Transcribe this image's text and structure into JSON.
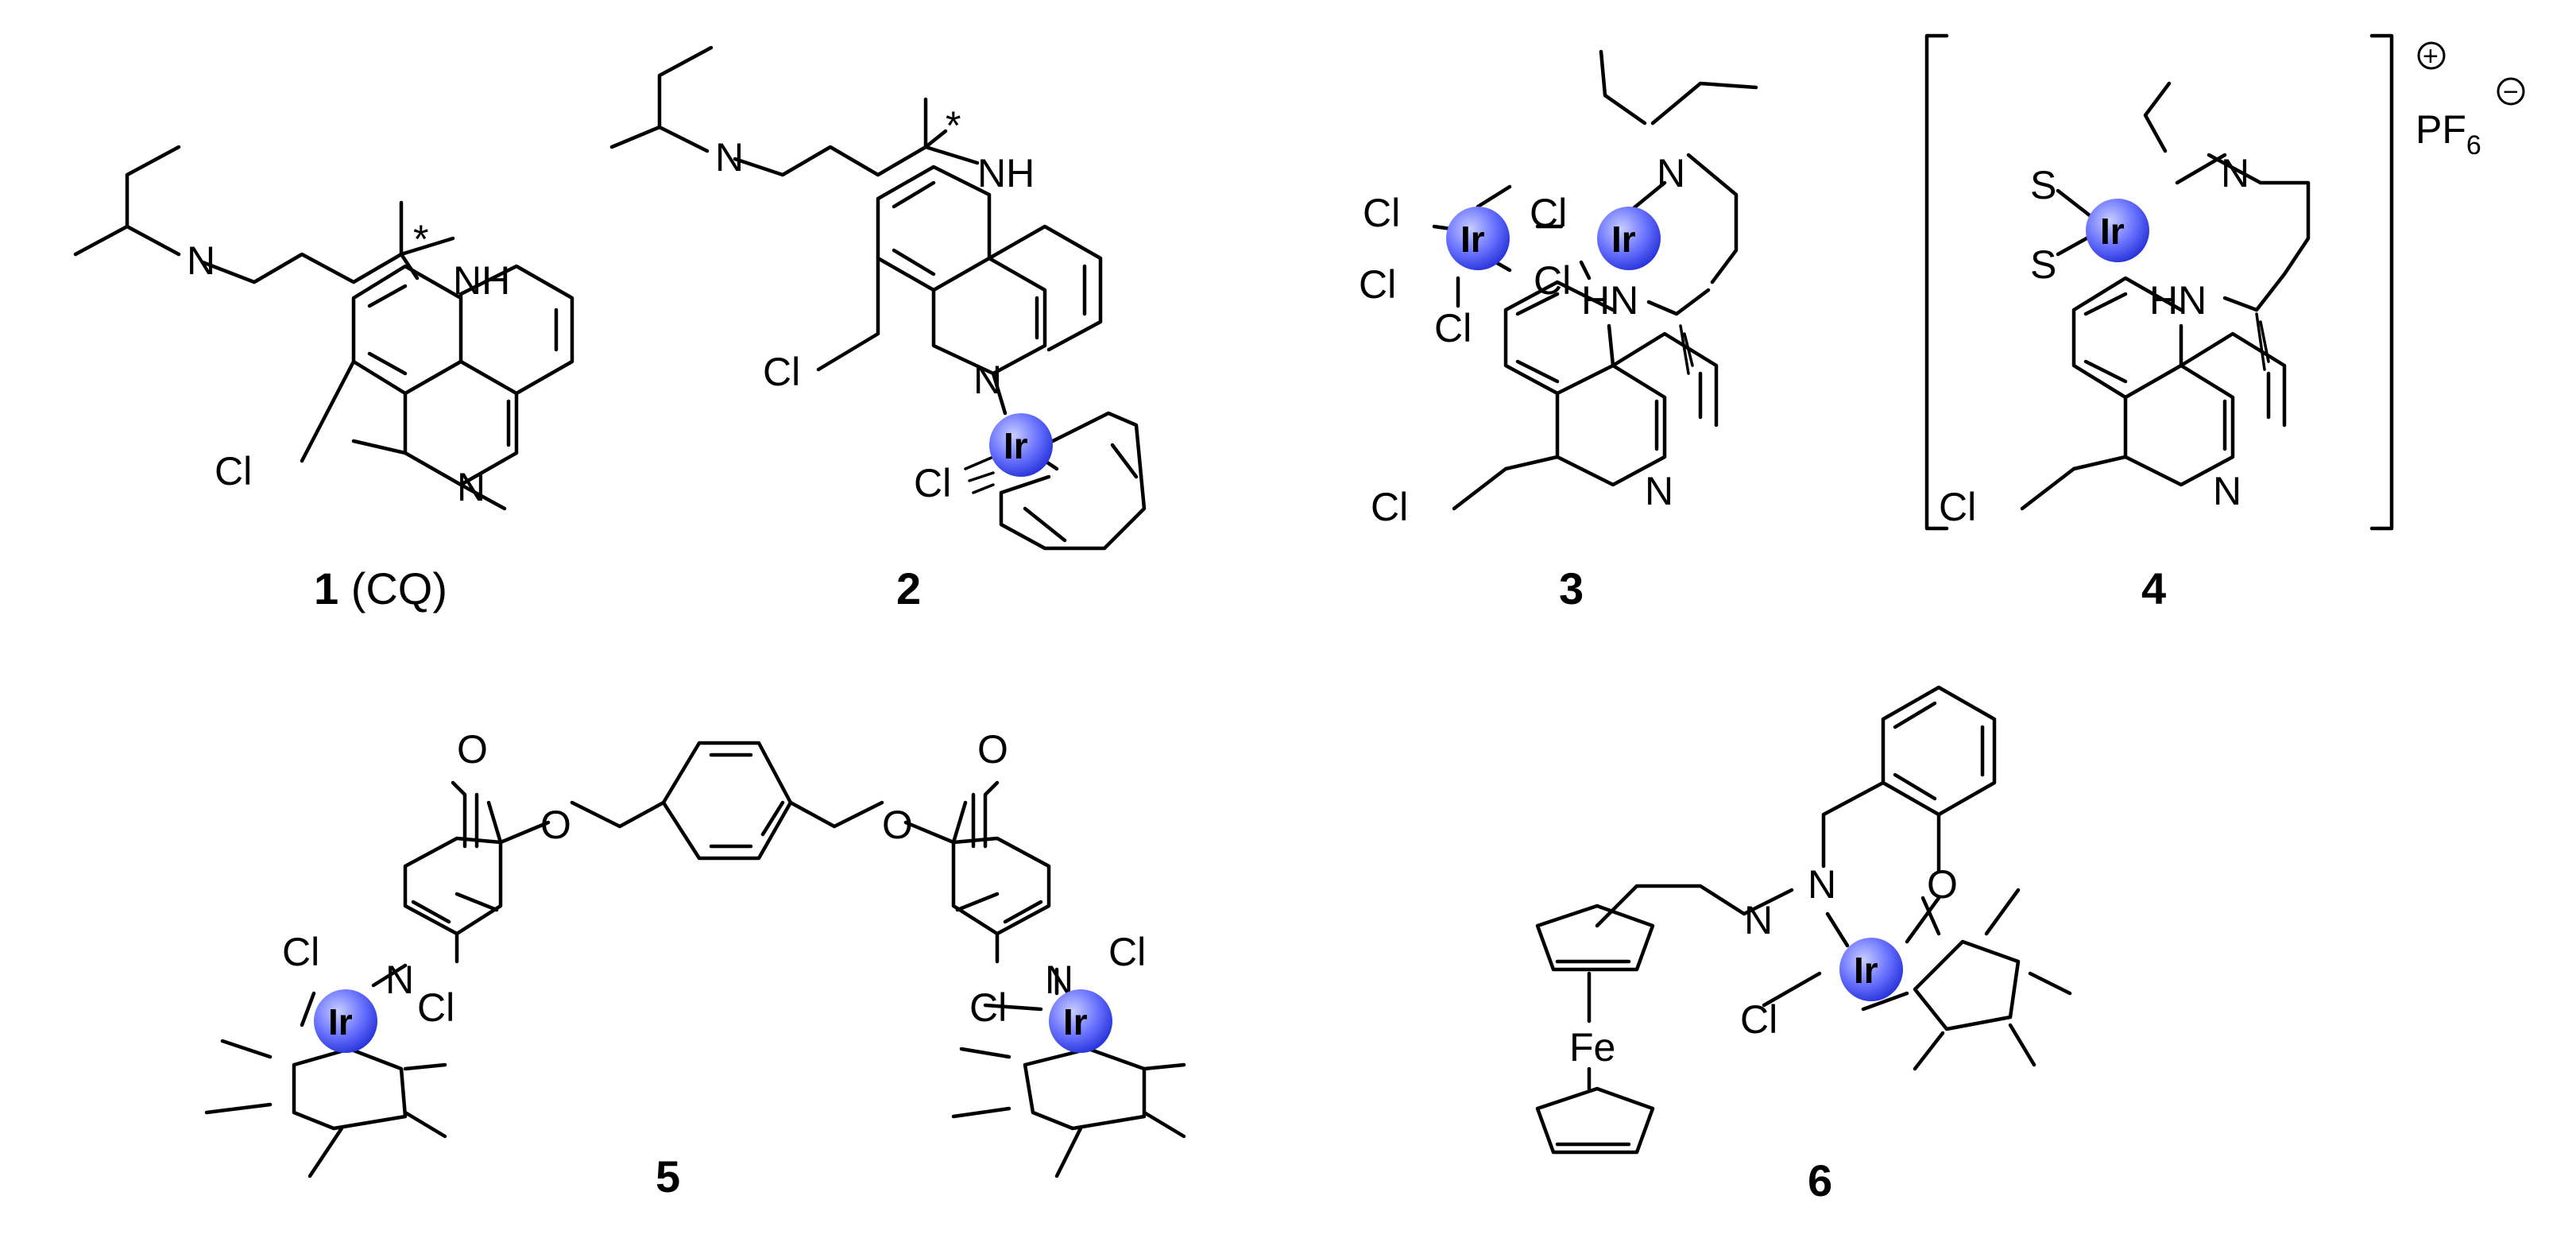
{
  "colors": {
    "iridium_sphere": "#4a55f0",
    "iridium_highlight": "#c9ceff",
    "bonds": "#000000"
  },
  "atoms": {
    "N": "N",
    "NH": "NH",
    "HN": "HN",
    "Cl": "Cl",
    "Ir": "Ir",
    "O": "O",
    "S": "S",
    "Fe": "Fe",
    "PF": "PF",
    "six": "6",
    "plus": "+",
    "minus": "−",
    "star": "*"
  },
  "compounds": [
    {
      "id": "1",
      "suffix": " (CQ)"
    },
    {
      "id": "2",
      "suffix": ""
    },
    {
      "id": "3",
      "suffix": ""
    },
    {
      "id": "4",
      "suffix": ""
    },
    {
      "id": "5",
      "suffix": ""
    },
    {
      "id": "6",
      "suffix": ""
    }
  ]
}
